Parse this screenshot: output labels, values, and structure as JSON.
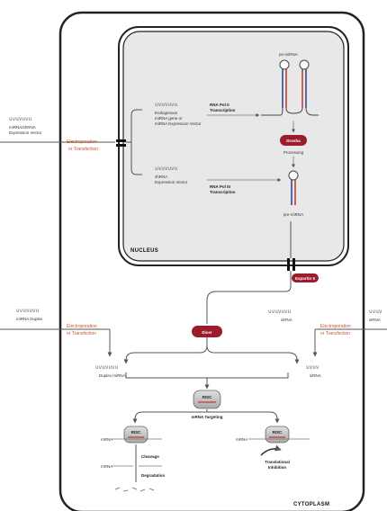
{
  "labels": {
    "nucleus": "NUCLEUS",
    "cytoplasm": "CYTOPLASM",
    "vector_strand": "uvuvuvu",
    "vector_caption_1": "miRNA/shRNA",
    "vector_caption_2": "Expression Vector",
    "electroporation_1": "Electroporation",
    "or_transfection_1": "or Transfection",
    "endogenous_strand": "uvuvuvu",
    "endogenous_1": "Endogenous",
    "endogenous_2": "miRNA gene or",
    "endogenous_3": "miRNA Expression Vector",
    "pol2_1": "RNA Pol II",
    "pol2_2": "Transcription",
    "shrna_strand": "uvuvuvu",
    "shrna_1": "shRNA",
    "shrna_2": "Expression Vector",
    "pol3_1": "RNA Pol III",
    "pol3_2": "Transcription",
    "pri_mirna": "pri-miRNA",
    "drosha": "Drosha",
    "processing": "Processing",
    "pre_mirna": "pre-miRNA",
    "exportin": "Exportin 5",
    "duplex_left_strand": "uvuvuvu",
    "duplex_left_label": "miRNA Duplex",
    "electroporation_2": "Electroporation",
    "or_transfection_2": "or Transfection",
    "dicer": "Dicer",
    "sirna_mid_strand": "uvuvuvu",
    "sirna_mid_label": "siRNA",
    "sirna_right_strand": "uvuv",
    "sirna_right_label": "siRNA",
    "electroporation_3": "Electroporation",
    "or_transfection_3": "or Transfection",
    "duplex_mirna": "Duplex miRNA",
    "sirna_lower": "siRNA",
    "risc_center": "RISC",
    "mrna_targeting": "mRNA Targeting",
    "risc_left": "RISC",
    "risc_right": "RISC",
    "mrna_left": "mRNA",
    "mrna_right": "mRNA",
    "mrna_lower": "mRNA",
    "cleavage": "Cleavage",
    "degradation": "Degradation",
    "translational_1": "Translational",
    "translational_2": "Inhibition"
  },
  "colors": {
    "accent_red": "#9c1c2b",
    "annotation_orange": "#c8542d",
    "nucleus_fill": "#e8e8e8",
    "strand_blue": "#2a4a9a",
    "strand_red": "#c43a2f",
    "risc_gray": "#bdbdbd"
  }
}
